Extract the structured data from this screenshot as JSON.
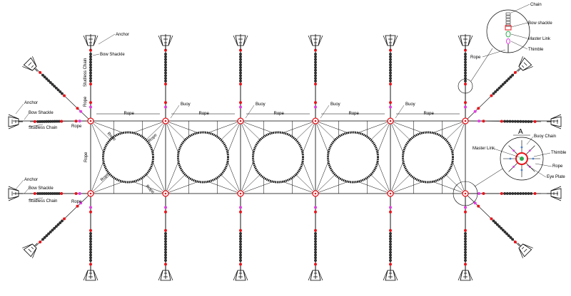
{
  "labels": {
    "anchor": "Anchor",
    "bow_shackle": "Bow Shackle",
    "bow_shackle_detail": "Bow shackle",
    "studless_chain": "Studless Chain",
    "rope": "Rope",
    "buoy": "Buoy",
    "chain": "Chain",
    "master_link": "Master Link",
    "thimble": "Thimble",
    "detail_a": "A",
    "buoy_chain": "Buoy Chain",
    "eye_plate": "Eye Plate"
  },
  "colors": {
    "line": "#000000",
    "shackle_red": "#e8141b",
    "link_magenta": "#e040e0",
    "master_link_green": "#2fa84f",
    "thimble_blue": "#4a7fd0"
  },
  "cage_count": 5,
  "top_anchor_count": 6,
  "bottom_anchor_count": 6
}
